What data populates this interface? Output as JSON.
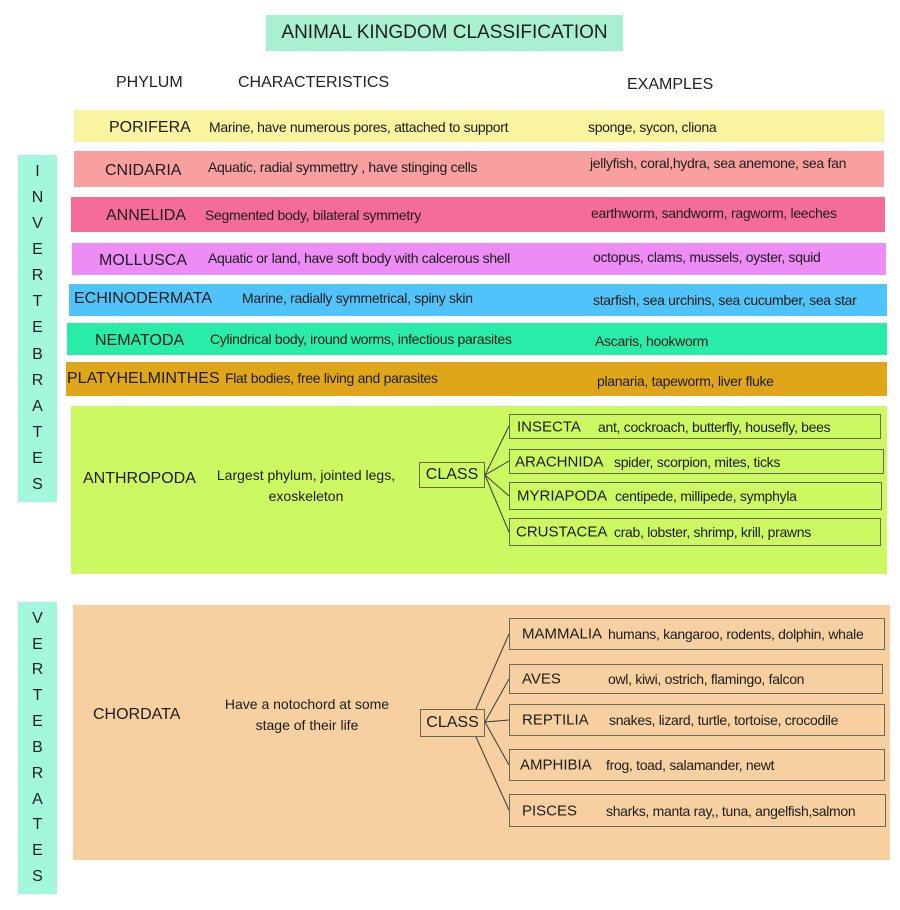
{
  "title": "ANIMAL KINGDOM CLASSIFICATION",
  "headers": {
    "phylum": "PHYLUM",
    "characteristics": "CHARACTERISTICS",
    "examples": "EXAMPLES"
  },
  "sidebars": {
    "invertebrates": [
      "I",
      "N",
      "V",
      "E",
      "R",
      "T",
      "E",
      "B",
      "R",
      "A",
      "T",
      "E",
      "S"
    ],
    "vertebrates": [
      "V",
      "E",
      "R",
      "T",
      "E",
      "B",
      "R",
      "A",
      "T",
      "E",
      "S"
    ]
  },
  "phyla": [
    {
      "name": "PORIFERA",
      "characteristics": "Marine, have numerous pores, attached to support",
      "examples": "sponge, sycon, cliona",
      "color": "#f8f4a0"
    },
    {
      "name": "CNIDARIA",
      "characteristics": "Aquatic, radial symmettry , have stinging cells",
      "examples": "jellyfish, coral,hydra, sea anemone, sea fan",
      "color": "#f8a0a0"
    },
    {
      "name": "ANNELIDA",
      "characteristics": "Segmented body, bilateral symmetry",
      "examples": "earthworm, sandworm, ragworm, leeches",
      "color": "#f66c98"
    },
    {
      "name": "MOLLUSCA",
      "characteristics": "Aquatic or land, have  soft body with  calcerous shell",
      "examples": "octopus, clams, mussels, oyster, squid",
      "color": "#ec8cf4"
    },
    {
      "name": "ECHINODERMATA",
      "characteristics": "Marine,  radially symmetrical, spiny skin",
      "examples": "starfish, sea urchins, sea cucumber, sea star",
      "color": "#50c4fa"
    },
    {
      "name": "NEMATODA",
      "characteristics": "Cylindrical body, iround worms, infectious parasites",
      "examples": "Ascaris, hookworm",
      "color": "#28eca8"
    },
    {
      "name": "PLATYHELMINTHES",
      "characteristics": "Flat bodies, free living and parasites",
      "examples": "planaria, tapeworm, liver fluke",
      "color": "#dea618"
    }
  ],
  "arthropoda": {
    "name": "ANTHROPODA",
    "characteristics": [
      "Largest phylum, jointed legs,",
      "exoskeleton"
    ],
    "class_label": "CLASS",
    "color": "#ccf862",
    "classes": [
      {
        "name": "INSECTA",
        "examples": "ant, cockroach, butterfly, housefly, bees"
      },
      {
        "name": "ARACHNIDA",
        "examples": "spider, scorpion, mites, ticks"
      },
      {
        "name": "MYRIAPODA",
        "examples": "centipede, millipede, symphyla"
      },
      {
        "name": "CRUSTACEA",
        "examples": "crab, lobster, shrimp, krill, prawns"
      }
    ]
  },
  "chordata": {
    "name": "CHORDATA",
    "characteristics": [
      "Have a notochord at some",
      "stage of their life"
    ],
    "class_label": "CLASS",
    "color": "#f6d0a0",
    "classes": [
      {
        "name": "MAMMALIA",
        "examples": "humans, kangaroo, rodents,  dolphin, whale"
      },
      {
        "name": "AVES",
        "examples": "owl, kiwi, ostrich, flamingo, falcon"
      },
      {
        "name": "REPTILIA",
        "examples": "snakes, lizard, turtle, tortoise, crocodile"
      },
      {
        "name": "AMPHIBIA",
        "examples": "frog, toad, salamander, newt"
      },
      {
        "name": "PISCES",
        "examples": "sharks, manta ray,, tuna, angelfish,salmon"
      }
    ]
  }
}
